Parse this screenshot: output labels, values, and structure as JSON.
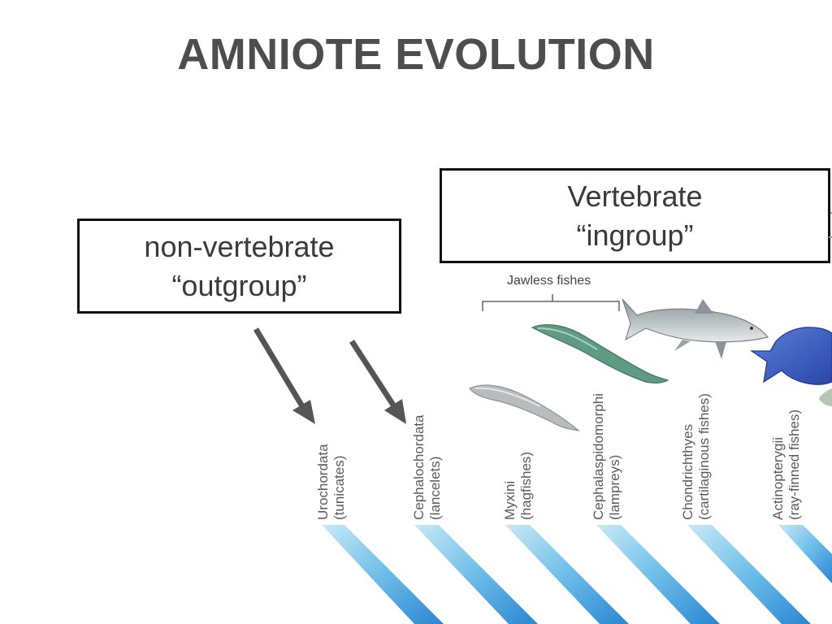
{
  "title": "AMNIOTE EVOLUTION",
  "outgroup_box": {
    "line1": "non-vertebrate",
    "line2": "“outgroup”"
  },
  "ingroup_box": {
    "line1": "Vertebrate",
    "line2": "“ingroup”"
  },
  "bracket_label": "Jawless fishes",
  "taxa": [
    {
      "name": "Urochordata",
      "common": "(tunicates)"
    },
    {
      "name": "Cephalochordata",
      "common": "(lancelets)"
    },
    {
      "name": "Myxini",
      "common": "(hagfishes)"
    },
    {
      "name": "Cephalaspidomorphi",
      "common": "(lampreys)"
    },
    {
      "name": "Chondrichthyes",
      "common": "(cartilaginous fishes)"
    },
    {
      "name": "Actinopterygii",
      "common": "(ray-finned fishes)"
    }
  ],
  "colors": {
    "title": "#4d4d4d",
    "branch_light": "#bfe4f4",
    "branch_dark": "#2f8fd6",
    "arrow": "#555555"
  },
  "icons": [
    "hagfish-icon",
    "lamprey-icon",
    "shark-icon",
    "ray-finned-fish-icon"
  ]
}
